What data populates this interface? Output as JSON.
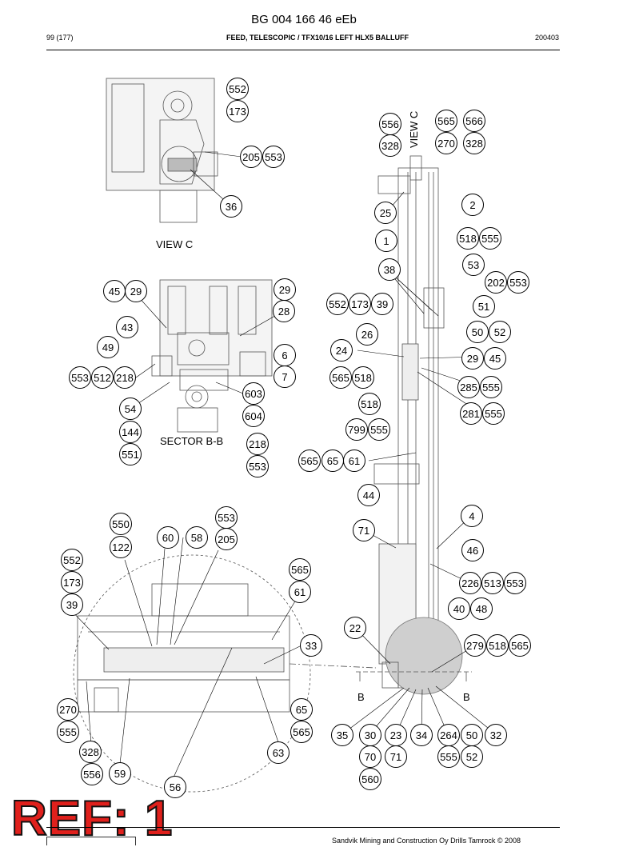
{
  "header": {
    "doc_title": "BG 004 166 46 eEb",
    "page": "99 (177)",
    "section_title": "FEED, TELESCOPIC / TFX10/16 LEFT HLX5 BALLUFF",
    "date_code": "200403"
  },
  "views": {
    "view_c": "VIEW C",
    "view_c_vertical": "VIEW C",
    "sector_bb": "SECTOR B-B",
    "section_marker_left": "B",
    "section_marker_right": "B"
  },
  "balloons": {
    "view_c": [
      "552",
      "173",
      "205",
      "553",
      "36"
    ],
    "sector": [
      "45",
      "29",
      "29",
      "28",
      "43",
      "49",
      "6",
      "7",
      "553",
      "512",
      "218",
      "603",
      "54",
      "604",
      "144",
      "218",
      "551",
      "553"
    ],
    "detail": [
      "550",
      "60",
      "58",
      "553",
      "205",
      "122",
      "552",
      "173",
      "39",
      "565",
      "61",
      "33",
      "270",
      "555",
      "328",
      "556",
      "59",
      "65",
      "565",
      "63",
      "56"
    ],
    "main": [
      "556",
      "565",
      "566",
      "328",
      "270",
      "328",
      "25",
      "2",
      "1",
      "518",
      "555",
      "53",
      "38",
      "202",
      "553",
      "552",
      "173",
      "39",
      "51",
      "26",
      "50",
      "52",
      "24",
      "29",
      "45",
      "565",
      "518",
      "285",
      "555",
      "518",
      "281",
      "555",
      "799",
      "555",
      "565",
      "65",
      "61",
      "44",
      "4",
      "71",
      "46",
      "226",
      "513",
      "553",
      "40",
      "48",
      "22",
      "279",
      "518",
      "565",
      "35",
      "30",
      "23",
      "34",
      "264",
      "50",
      "32",
      "70",
      "71",
      "555",
      "52",
      "560"
    ]
  },
  "ref_stamp": "REF: 1",
  "footer": "Sandvik Mining and Construction Oy Drills Tamrock © 2008"
}
